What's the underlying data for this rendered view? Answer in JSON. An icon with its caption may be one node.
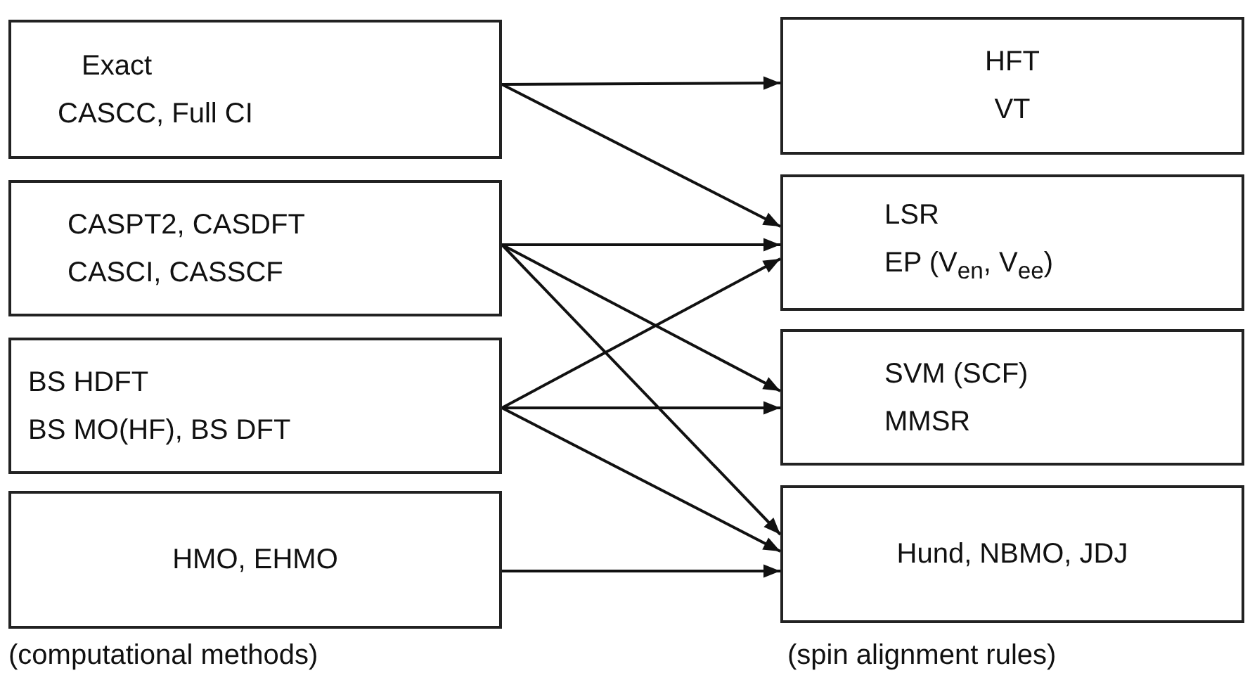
{
  "diagram": {
    "nodes": [
      {
        "text": [
          "Exact",
          "CASCC, Full CI"
        ]
      },
      {
        "text": [
          "CASPT2, CASDFT",
          "CASCI, CASSCF"
        ]
      },
      {
        "text": [
          "BS HDFT",
          "BS MO(HF), BS DFT"
        ]
      },
      {
        "text": [
          "HMO, EHMO"
        ]
      },
      {
        "text": [
          "HFT",
          "VT"
        ]
      },
      {
        "text": [
          "LSR",
          "EP (V$_{en}$, V$_{ee}$)"
        ]
      },
      {
        "text": [
          "SVM (SCF)",
          "MMSR"
        ]
      },
      {
        "text": [
          "Hund, NBMO, JDJ"
        ]
      }
    ],
    "edges": [
      {
        "from": 0,
        "to": 4,
        "arrow": "to"
      },
      {
        "from": 0,
        "to": 5,
        "arrow": "to"
      },
      {
        "from": 1,
        "to": 5,
        "arrow": "to"
      },
      {
        "from": 1,
        "to": 6,
        "arrow": "to"
      },
      {
        "from": 1,
        "to": 7,
        "arrow": "to"
      },
      {
        "from": 2,
        "to": 5,
        "arrow": "to"
      },
      {
        "from": 2,
        "to": 6,
        "arrow": "to"
      },
      {
        "from": 2,
        "to": 7,
        "arrow": "to"
      },
      {
        "from": 3,
        "to": 7,
        "arrow": "to"
      }
    ],
    "labels": [
      "(computational methods)",
      "(spin alignment rules)"
    ]
  }
}
